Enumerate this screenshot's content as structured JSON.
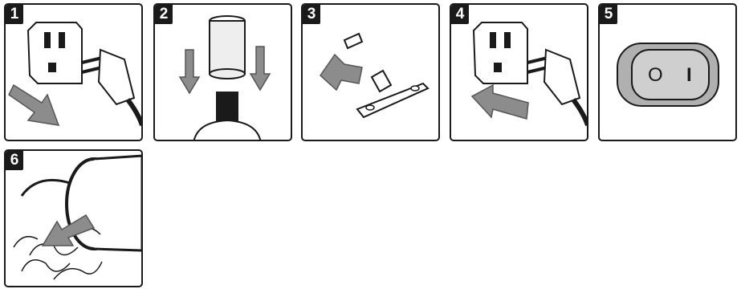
{
  "steps": [
    {
      "number": "1"
    },
    {
      "number": "2"
    },
    {
      "number": "3"
    },
    {
      "number": "4"
    },
    {
      "number": "5"
    },
    {
      "number": "6"
    }
  ],
  "switch_labels": {
    "off": "O",
    "on": "I"
  },
  "colors": {
    "border": "#1a1a1a",
    "arrow": "#8c8c8c",
    "switch": "#b0b0b0"
  }
}
